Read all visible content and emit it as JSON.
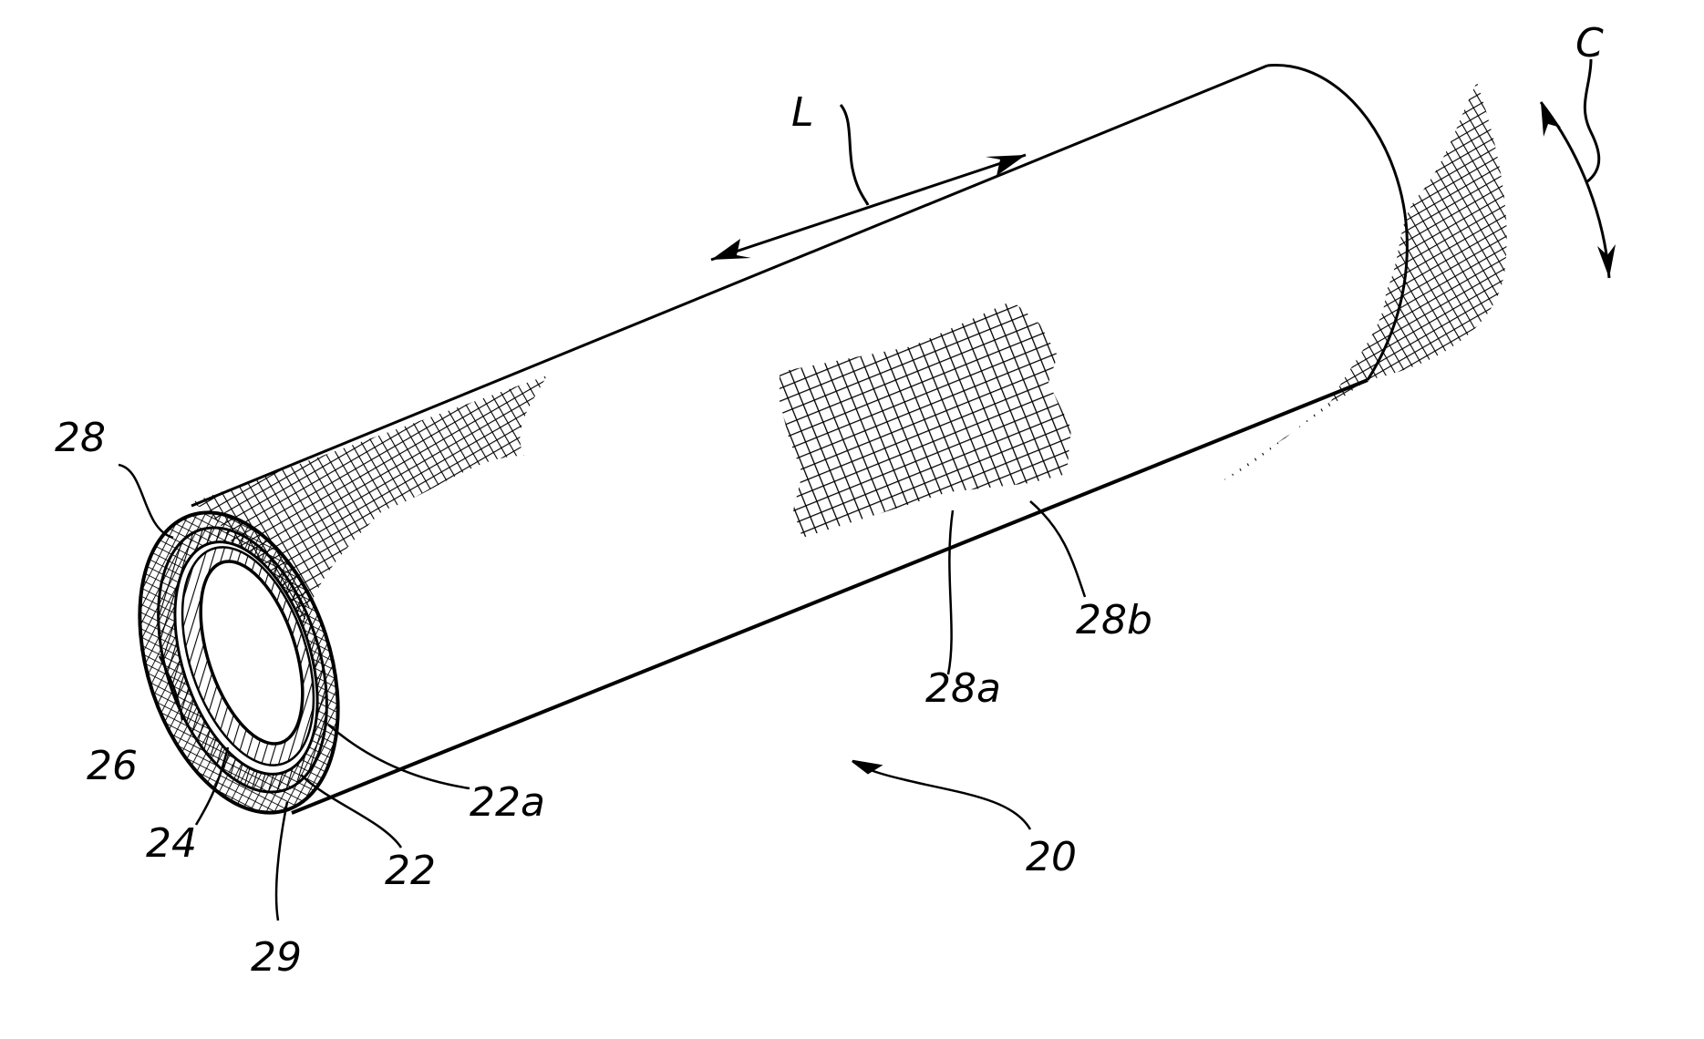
{
  "figure": {
    "labels": {
      "L": "L",
      "C": "C",
      "ref_28": "28",
      "ref_28a": "28a",
      "ref_28b": "28b",
      "ref_26": "26",
      "ref_24": "24",
      "ref_22": "22",
      "ref_22a": "22a",
      "ref_29": "29",
      "ref_20": "20"
    },
    "colors": {
      "line": "#000000",
      "background": "#ffffff"
    }
  }
}
